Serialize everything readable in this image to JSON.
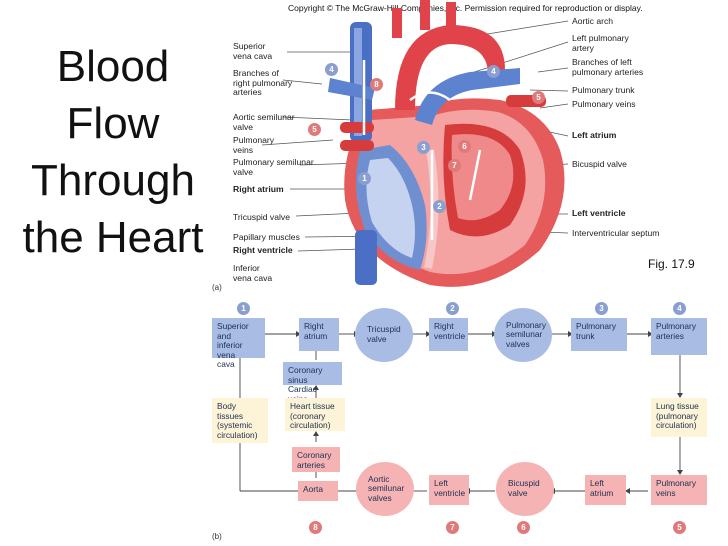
{
  "title_lines": [
    "Blood",
    "Flow",
    "Through",
    "the Heart"
  ],
  "copyright": "Copyright © The McGraw-Hill Companies, Inc. Permission required for reproduction or display.",
  "figure_label": "Fig. 17.9",
  "panel_a": "(a)",
  "panel_b": "(b)",
  "left_labels": {
    "superior_vena_cava": "Superior\nvena cava",
    "branches_right_pulmonary": "Branches of\nright pulmonary\narteries",
    "aortic_semilunar": "Aortic semilunar\nvalve",
    "pulmonary_veins": "Pulmonary\nveins",
    "pulmonary_semilunar": "Pulmonary semilunar\nvalve",
    "right_atrium": "Right atrium",
    "tricuspid": "Tricuspid valve",
    "papillary": "Papillary muscles",
    "right_ventricle": "Right ventricle",
    "inferior_vena_cava": "Inferior\nvena cava"
  },
  "right_labels": {
    "aortic_arch": "Aortic arch",
    "left_pulmonary_artery": "Left pulmonary\nartery",
    "branches_left_pulmonary": "Branches of left\npulmonary arteries",
    "pulmonary_trunk": "Pulmonary trunk",
    "pulmonary_veins": "Pulmonary veins",
    "left_atrium": "Left atrium",
    "bicuspid": "Bicuspid valve",
    "left_ventricle": "Left ventricle",
    "interventricular": "Interventricular septum"
  },
  "heart_numbers": [
    "4",
    "8",
    "4",
    "5",
    "5",
    "3",
    "6",
    "7",
    "1",
    "2"
  ],
  "flow": {
    "svc": "Superior and\ninferior vena\ncava",
    "right_atrium": "Right\natrium",
    "tricuspid": "Tricuspid\nvalve",
    "right_ventricle": "Right\nventricle",
    "pulm_semilunar": "Pulmonary\nsemilunar\nvalves",
    "pulm_trunk": "Pulmonary\ntrunk",
    "pulm_arteries": "Pulmonary\narteries",
    "coronary_sinus": "Coronary sinus\nCardiac veins",
    "body_tissues": "Body tissues\n(systemic\ncirculation)",
    "heart_tissue": "Heart tissue\n(coronary\ncirculation)",
    "lung_tissue": "Lung tissue\n(pulmonary\ncirculation)",
    "coronary_arteries": "Coronary\narteries",
    "aorta": "Aorta",
    "aortic_semilunar": "Aortic\nsemilunar\nvalves",
    "left_ventricle": "Left\nventricle",
    "bicuspid": "Bicuspid\nvalve",
    "left_atrium": "Left\natrium",
    "pulm_veins": "Pulmonary\nveins"
  },
  "steps_top": [
    "1",
    "2",
    "3",
    "4"
  ],
  "steps_bottom": [
    "8",
    "7",
    "6",
    "5"
  ]
}
